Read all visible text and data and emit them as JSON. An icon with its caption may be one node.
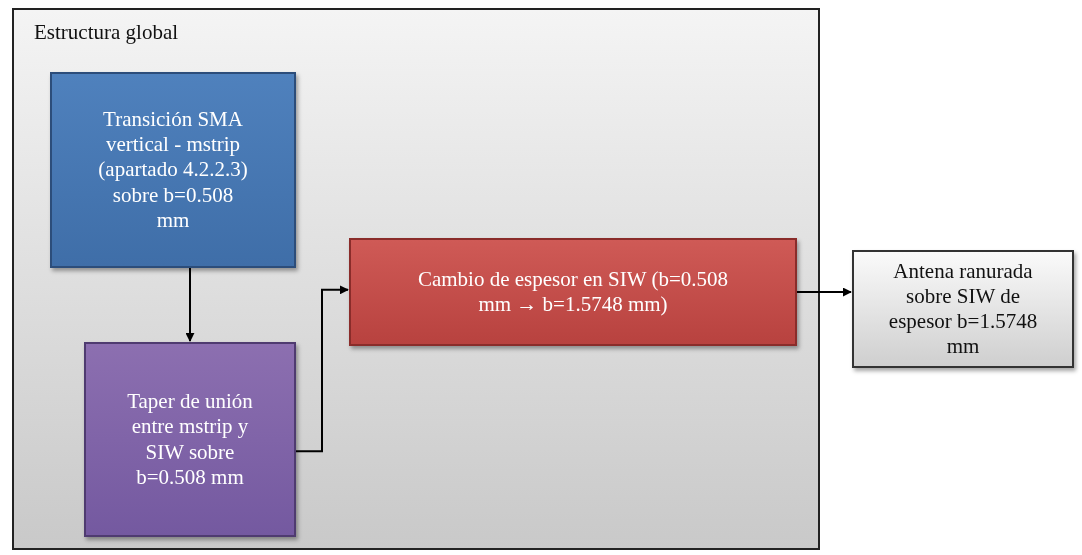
{
  "diagram": {
    "nodes": [
      {
        "text": [
          "Estructura global"
        ]
      },
      {
        "text": [
          "Transición SMA vertical - mstrip (apartado 4.2.2.3) sobre b=0.508 mm"
        ],
        "in": 0
      },
      {
        "text": [
          "Taper de unión entre mstrip y SIW sobre b=0.508 mm"
        ],
        "in": 0
      },
      {
        "text": [
          "Cambio de espesor en SIW (b=0.508 mm → b=1.5748 mm)"
        ],
        "in": 0
      },
      {
        "text": [
          "Antena ranurada sobre SIW de espesor b=1.5748 mm"
        ]
      }
    ],
    "edges": [
      {
        "from": 1,
        "to": 2,
        "arrow": "to"
      },
      {
        "from": 2,
        "to": 3,
        "arrow": "to"
      },
      {
        "from": 3,
        "to": 4,
        "arrow": "to"
      }
    ]
  }
}
